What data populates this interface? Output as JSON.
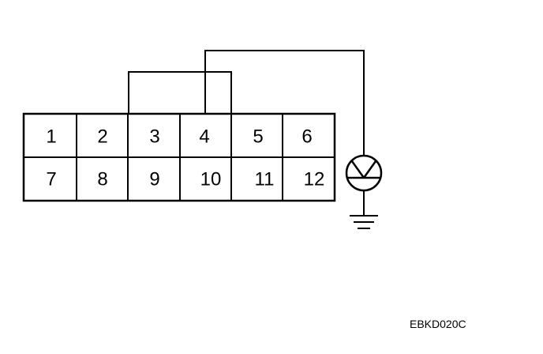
{
  "connector": {
    "rows": [
      [
        "1",
        "2",
        "3",
        "4",
        "5",
        "6"
      ],
      [
        "7",
        "8",
        "9",
        "10",
        "11",
        "12"
      ]
    ]
  },
  "figure_code": "EBKD020C"
}
